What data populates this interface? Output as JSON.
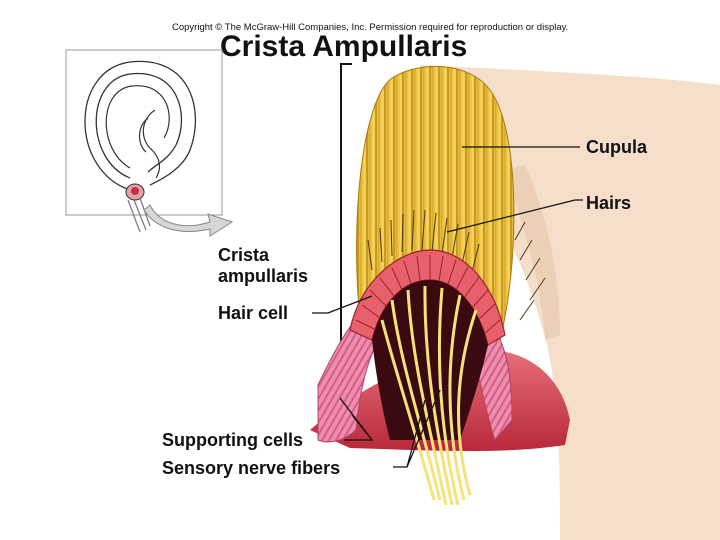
{
  "copyright": "Copyright © The McGraw-Hill Companies, Inc. Permission required for reproduction or display.",
  "title": "Crista Ampullaris",
  "labels": {
    "cupula": "Cupula",
    "hairs": "Hairs",
    "crista_line1": "Crista",
    "crista_line2": "ampullaris",
    "hair_cell": "Hair cell",
    "supporting_cells": "Supporting cells",
    "sensory_nerve_fibers": "Sensory nerve fibers"
  },
  "colors": {
    "cupula": "#f2c84a",
    "cupula_stripe": "#b8860b",
    "hair_cell": "#e8606a",
    "supporting": "#e77fa0",
    "tissue": "#c93a4a",
    "nerve": "#f4e27a",
    "membrane": "#f3d9c0"
  }
}
